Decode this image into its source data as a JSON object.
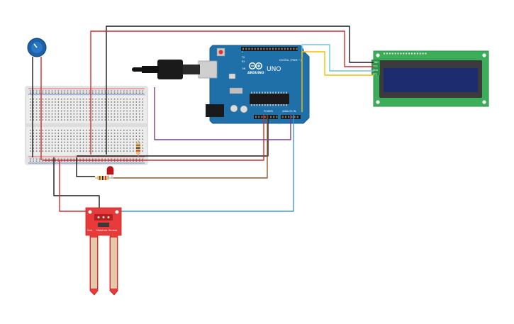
{
  "arduino": {
    "brand": "ARDUINO",
    "model": "UNO",
    "digital_label": "DIGITAL (PWM ~)",
    "power_label": "POWER",
    "analog_label": "ANALOG IN",
    "board_color": "#1f6fa8",
    "pin_labels": [
      "TX",
      "RX",
      "ON",
      "L"
    ]
  },
  "lcd": {
    "pin_labels": [
      "GND",
      "VCC",
      "SDA",
      "SCL"
    ],
    "pcb_color": "#3cae5a",
    "screen_color": "#1c2c6e"
  },
  "soil_sensor": {
    "label_left": "Gnd",
    "label_mid": "Moisture",
    "label_right": "Sensor",
    "pcb_color": "#e83a3a"
  },
  "wire_colors": {
    "red": "#d42a2a",
    "black": "#1a1a1a",
    "blue": "#3d9ad6",
    "yellow": "#f2c200",
    "purple": "#7a3b8c",
    "brown": "#8b5a2b",
    "light_blue": "#6fc3e6"
  },
  "led": {
    "color": "#c0141c"
  },
  "potentiometer": {
    "knob_color": "#1c62a8"
  }
}
